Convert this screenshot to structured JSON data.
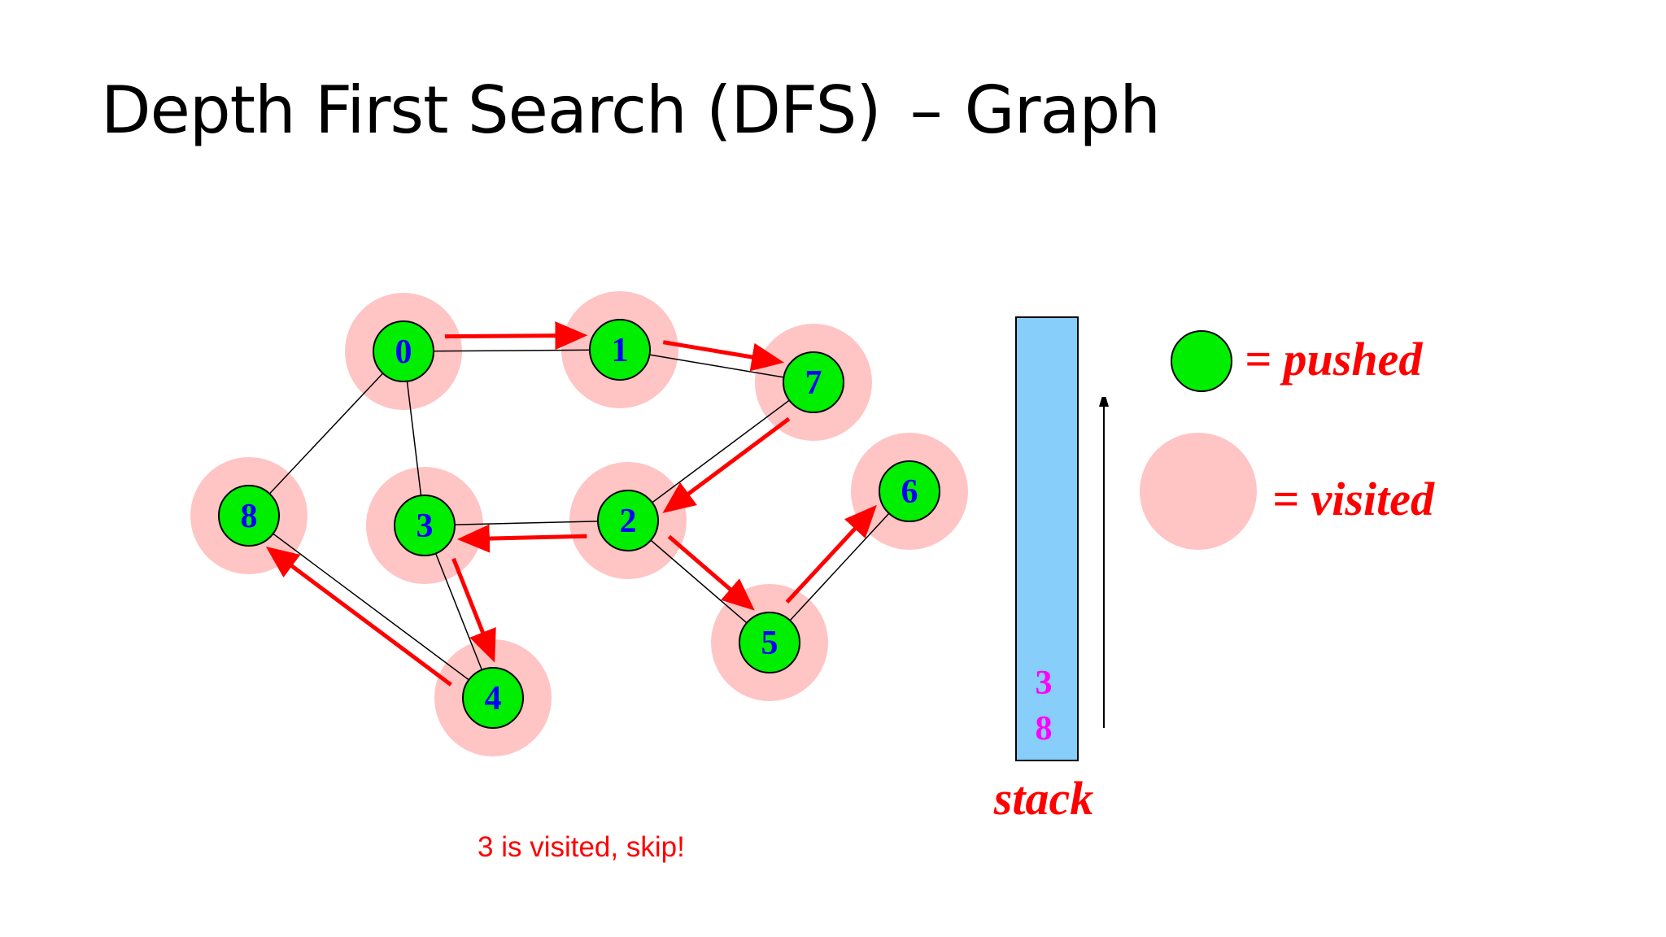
{
  "slide": {
    "title_main": "Depth First Search (DFS)",
    "title_dash": "–",
    "title_sub": "Graph",
    "caption": "3 is visited, skip!"
  },
  "colors": {
    "pushed": "#00ee00",
    "visited": "#ffc4c4",
    "edge": "#000000",
    "traversal_arrow": "#ff0000",
    "node_label": "#0000ff",
    "stack_fill": "#87cefa",
    "stack_item": "#ff00ff"
  },
  "graph": {
    "nodes": [
      {
        "id": "0",
        "label": "0",
        "pushed": true,
        "visited": true
      },
      {
        "id": "1",
        "label": "1",
        "pushed": true,
        "visited": true
      },
      {
        "id": "7",
        "label": "7",
        "pushed": true,
        "visited": true
      },
      {
        "id": "8",
        "label": "8",
        "pushed": true,
        "visited": true
      },
      {
        "id": "3",
        "label": "3",
        "pushed": true,
        "visited": true
      },
      {
        "id": "2",
        "label": "2",
        "pushed": true,
        "visited": true
      },
      {
        "id": "6",
        "label": "6",
        "pushed": true,
        "visited": true
      },
      {
        "id": "5",
        "label": "5",
        "pushed": true,
        "visited": true
      },
      {
        "id": "4",
        "label": "4",
        "pushed": true,
        "visited": true
      }
    ],
    "edges": [
      {
        "from": "0",
        "to": "1"
      },
      {
        "from": "1",
        "to": "7"
      },
      {
        "from": "7",
        "to": "2"
      },
      {
        "from": "2",
        "to": "3"
      },
      {
        "from": "2",
        "to": "5"
      },
      {
        "from": "5",
        "to": "6"
      },
      {
        "from": "0",
        "to": "8"
      },
      {
        "from": "0",
        "to": "3"
      },
      {
        "from": "3",
        "to": "4"
      },
      {
        "from": "4",
        "to": "8"
      }
    ],
    "traversal": [
      {
        "from": "0",
        "to": "1"
      },
      {
        "from": "1",
        "to": "7"
      },
      {
        "from": "7",
        "to": "2"
      },
      {
        "from": "2",
        "to": "3"
      },
      {
        "from": "3",
        "to": "4"
      },
      {
        "from": "4",
        "to": "8"
      },
      {
        "from": "2",
        "to": "5"
      },
      {
        "from": "5",
        "to": "6"
      }
    ]
  },
  "stack": {
    "label": "stack",
    "items": [
      "3",
      "8"
    ]
  },
  "legend": {
    "pushed_label": "= pushed",
    "visited_label": "= visited"
  }
}
